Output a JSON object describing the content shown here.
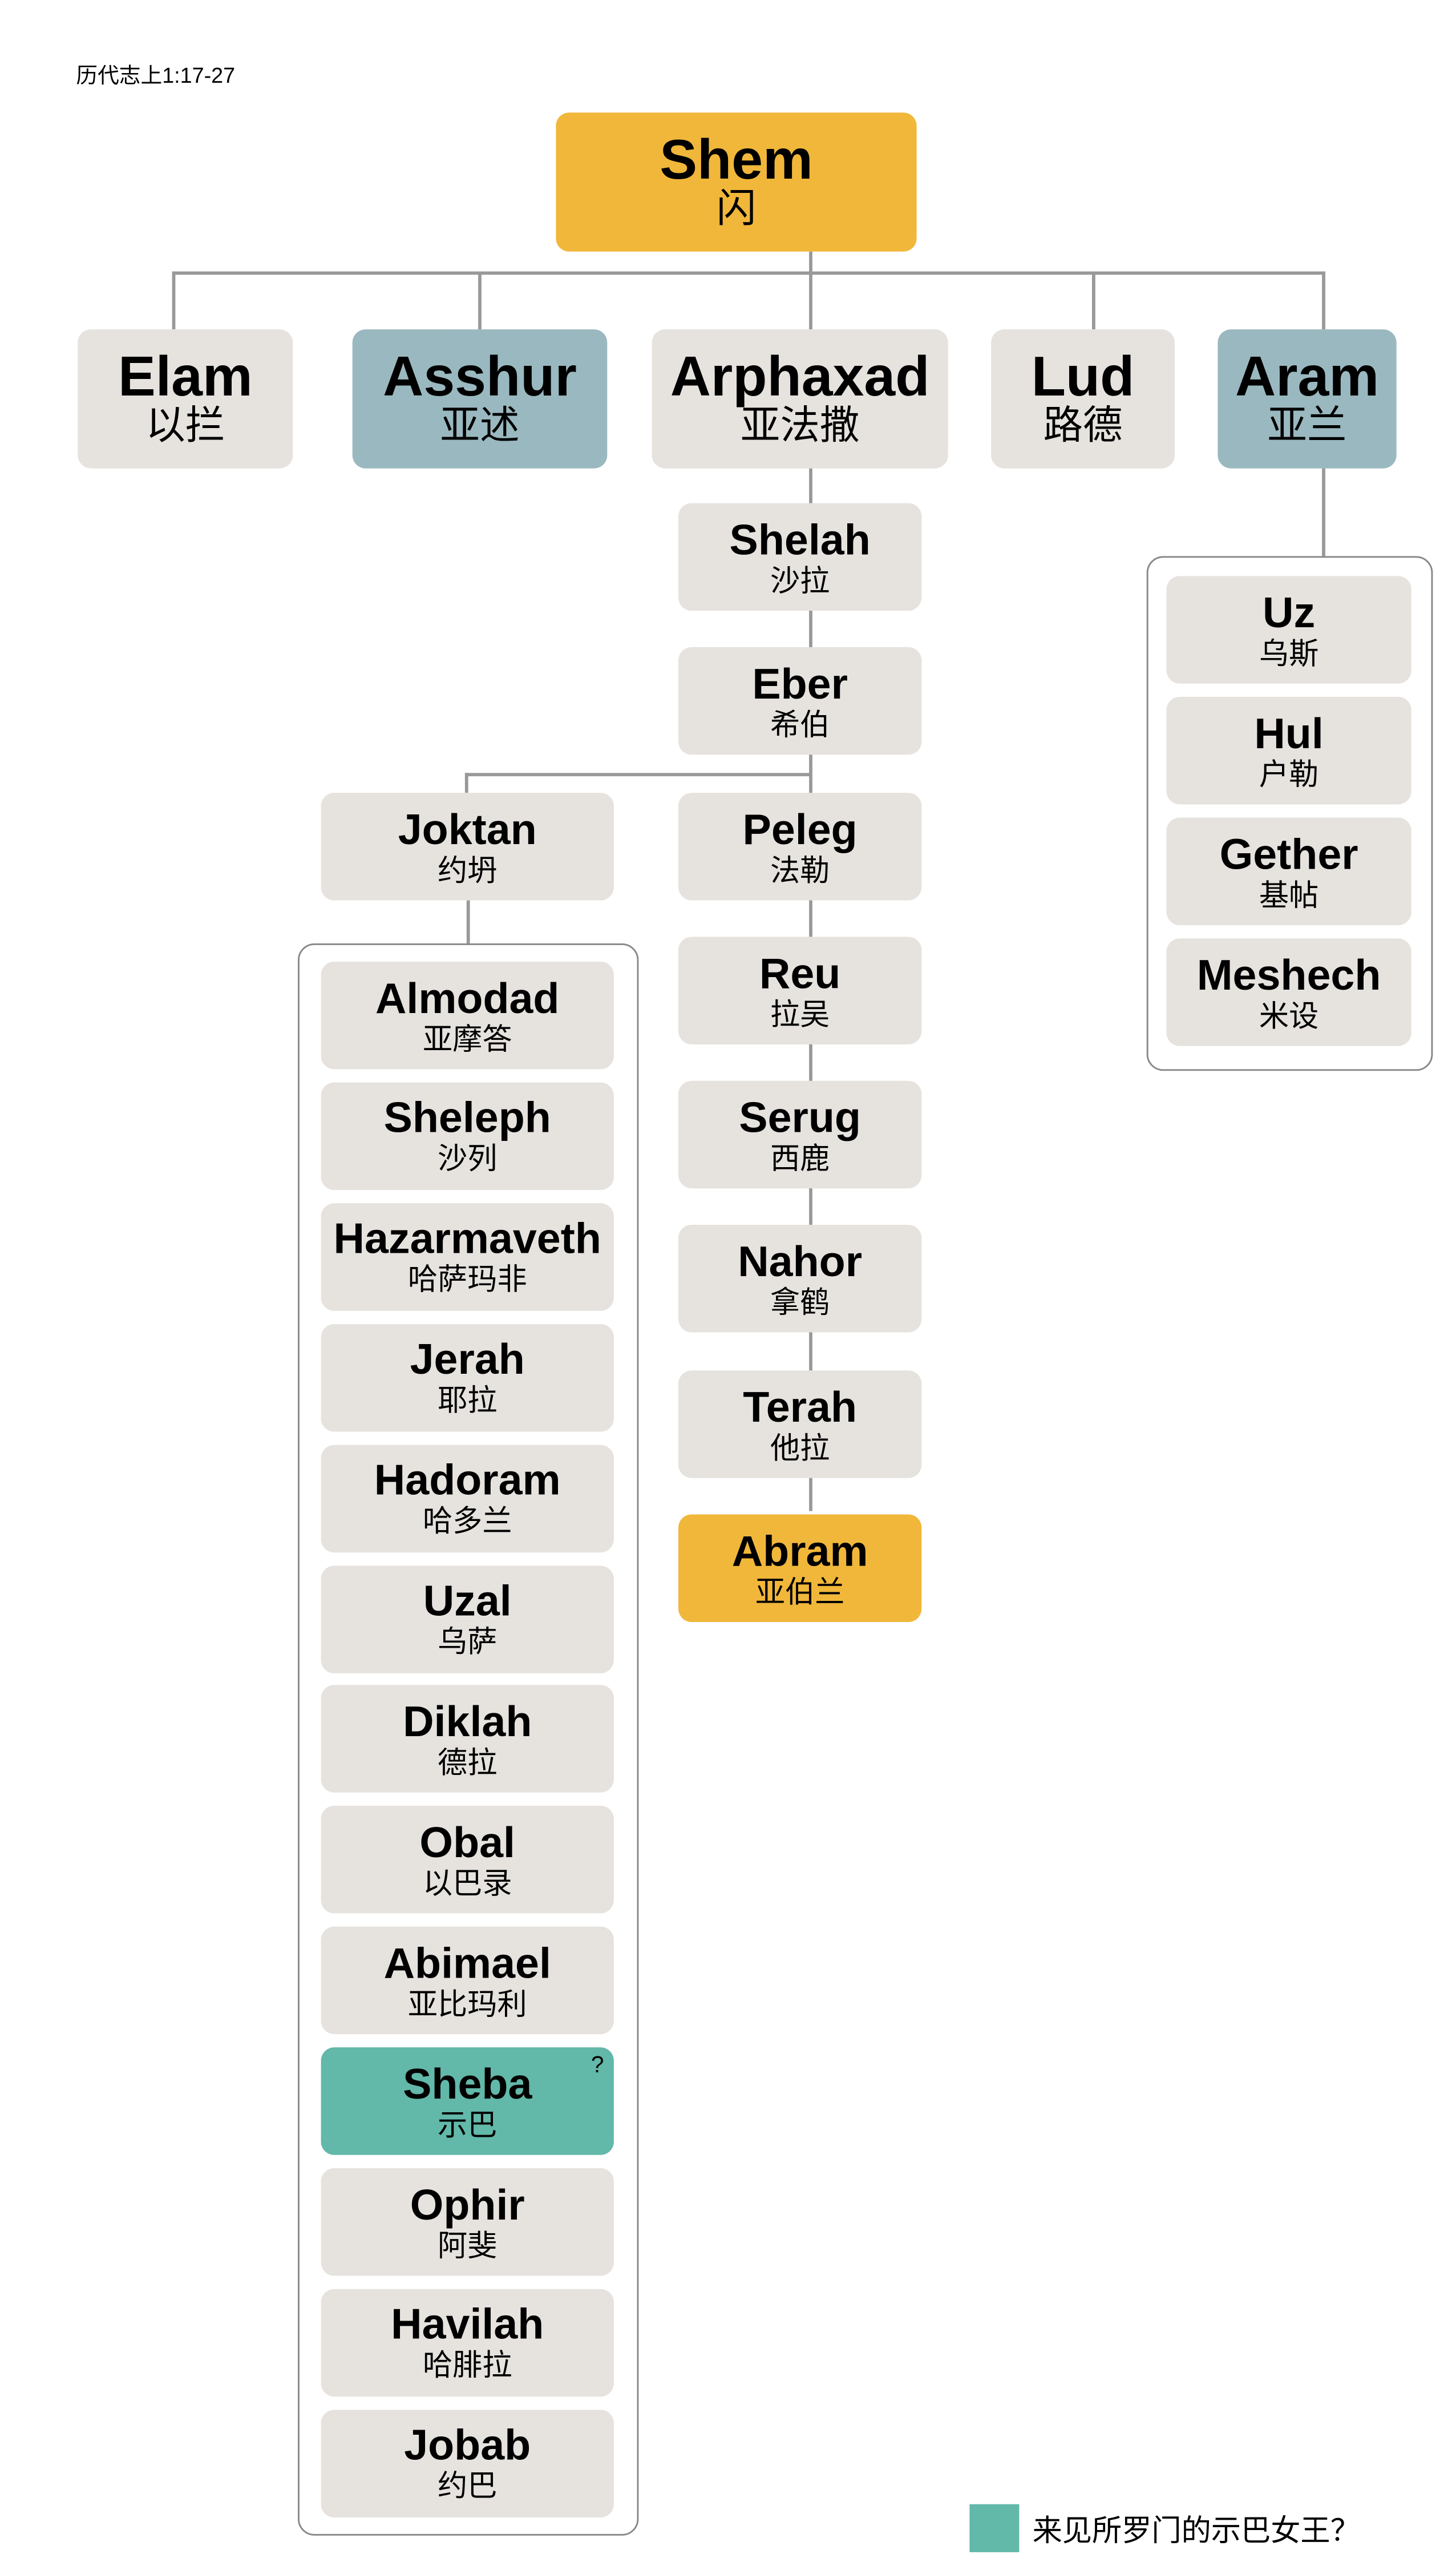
{
  "title": "历代志上1:17-27",
  "colors": {
    "ancestor": "#F1B73A",
    "nation": "#9AB8BF",
    "highlight": "#62B8A9",
    "default": "#E6E3DF",
    "line": "#999999"
  },
  "root": {
    "name": "Shem",
    "cn": "闪"
  },
  "sons": [
    {
      "name": "Elam",
      "cn": "以拦"
    },
    {
      "name": "Asshur",
      "cn": "亚述"
    },
    {
      "name": "Arphaxad",
      "cn": "亚法撒"
    },
    {
      "name": "Lud",
      "cn": "路德"
    },
    {
      "name": "Aram",
      "cn": "亚兰"
    }
  ],
  "line": [
    {
      "name": "Shelah",
      "cn": "沙拉"
    },
    {
      "name": "Eber",
      "cn": "希伯"
    },
    {
      "name": "Peleg",
      "cn": "法勒"
    },
    {
      "name": "Reu",
      "cn": "拉吴"
    },
    {
      "name": "Serug",
      "cn": "西鹿"
    },
    {
      "name": "Nahor",
      "cn": "拿鹤"
    },
    {
      "name": "Terah",
      "cn": "他拉"
    },
    {
      "name": "Abram",
      "cn": "亚伯兰"
    }
  ],
  "joktan": {
    "name": "Joktan",
    "cn": "约坍"
  },
  "joktan_sons": [
    {
      "name": "Almodad",
      "cn": "亚摩答"
    },
    {
      "name": "Sheleph",
      "cn": "沙列"
    },
    {
      "name": "Hazarmaveth",
      "cn": "哈萨玛非"
    },
    {
      "name": "Jerah",
      "cn": "耶拉"
    },
    {
      "name": "Hadoram",
      "cn": "哈多兰"
    },
    {
      "name": "Uzal",
      "cn": "乌萨"
    },
    {
      "name": "Diklah",
      "cn": "德拉"
    },
    {
      "name": "Obal",
      "cn": "以巴录"
    },
    {
      "name": "Abimael",
      "cn": "亚比玛利"
    },
    {
      "name": "Sheba",
      "cn": "示巴",
      "mark": "?"
    },
    {
      "name": "Ophir",
      "cn": "阿斐"
    },
    {
      "name": "Havilah",
      "cn": "哈腓拉"
    },
    {
      "name": "Jobab",
      "cn": "约巴"
    }
  ],
  "aram_sons": [
    {
      "name": "Uz",
      "cn": "乌斯"
    },
    {
      "name": "Hul",
      "cn": "户勒"
    },
    {
      "name": "Gether",
      "cn": "基帖"
    },
    {
      "name": "Meshech",
      "cn": "米设"
    }
  ],
  "legend": {
    "label": "来见所罗门的示巴女王？"
  }
}
